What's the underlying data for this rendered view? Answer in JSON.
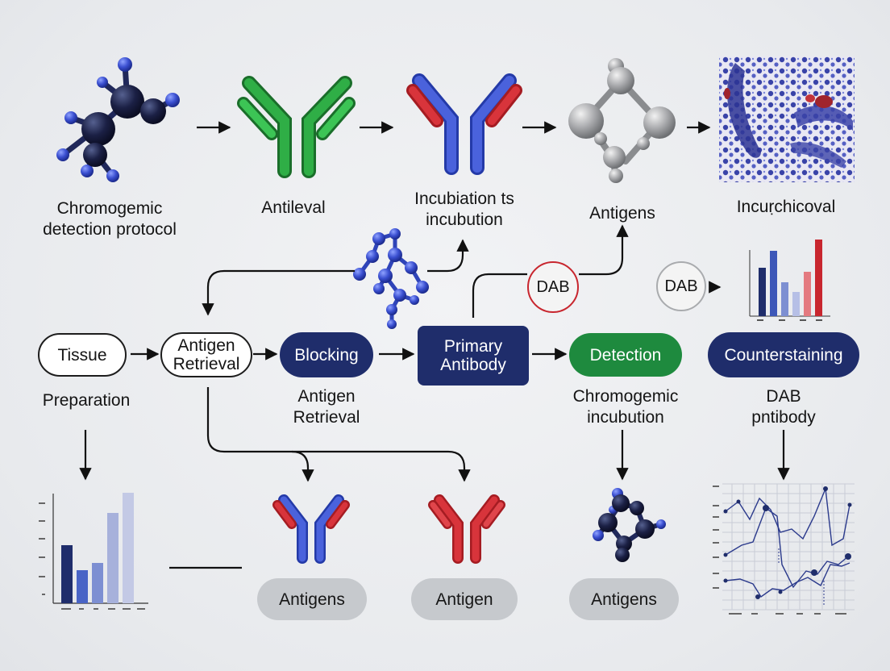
{
  "top_row": {
    "label_1a": "Chromogemic",
    "label_1b": "detection protocol",
    "label_2": "Antileval",
    "label_3a": "Incubiation ts",
    "label_3b": "incubution",
    "label_4": "Antigens",
    "label_5": "Incuṛchicoval"
  },
  "badges": {
    "dab_red": "DAB",
    "dab_grey": "DAB"
  },
  "flow": {
    "tissue": "Tissue",
    "antigen_retrieval_a": "Antigen",
    "antigen_retrieval_b": "Retrieval",
    "blocking": "Blocking",
    "primary_a": "Primary",
    "primary_b": "Antibody",
    "detection": "Detection",
    "counterstaining": "Counterstaining"
  },
  "sublabels": {
    "preparation": "Preparation",
    "antigen_a": "Antigen",
    "retrieval_b": "Retrieval",
    "chromo_a": "Chromogemic",
    "chromo_b": "incubution",
    "dab_a": "DAB",
    "dab_b": "pntibody"
  },
  "bottom_row": {
    "pill_1": "Antigens",
    "pill_2": "Antigen",
    "pill_3": "Antigens"
  },
  "colors": {
    "navy": "#1f2d6b",
    "green": "#1e8a3e",
    "red": "#c8262e",
    "blue": "#3f5bd0",
    "grey": "#c6c9cd"
  }
}
